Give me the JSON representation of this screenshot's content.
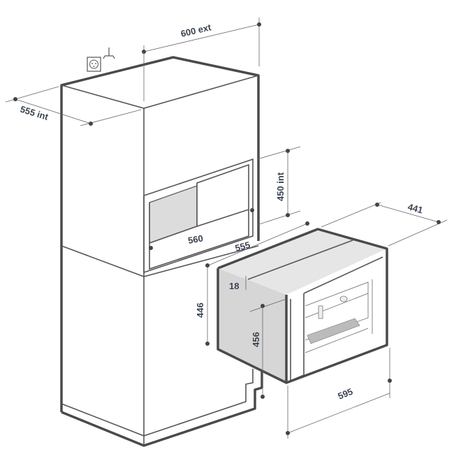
{
  "title": "Built-in coffee machine installation dimensions",
  "dimensions": {
    "cabinet_width_ext": "600 ext",
    "cabinet_depth_int": "555 int",
    "niche_height_int": "450 int",
    "niche_width": "560",
    "niche_depth": "555",
    "appliance_depth": "441",
    "panel_thickness": "18",
    "appliance_body_height": "446",
    "appliance_front_height": "456",
    "appliance_width": "595"
  },
  "icons": [
    "power-socket-icon",
    "grounding-symbol-icon"
  ],
  "colors": {
    "line": "#4a4a4c",
    "label": "#3b4352",
    "fill_light": "#e6e6e6",
    "fill_side": "#d6d6d6"
  }
}
